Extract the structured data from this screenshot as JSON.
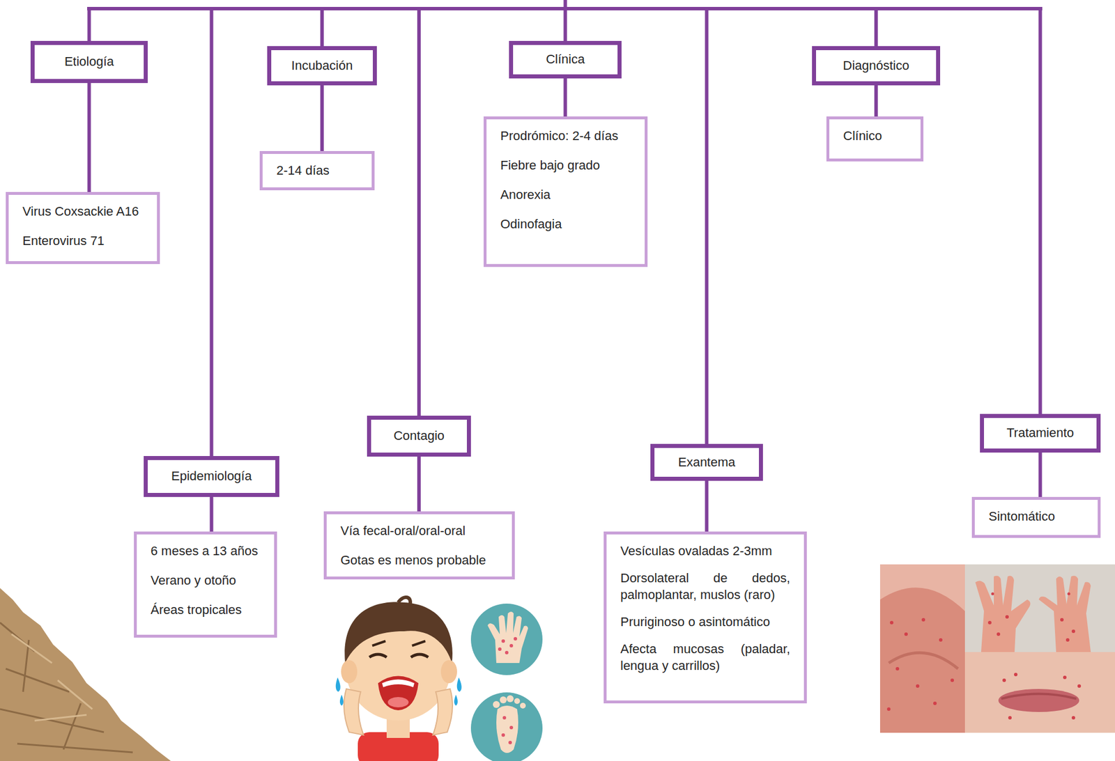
{
  "diagram": {
    "nodes": [
      {
        "text": [
          "Etiología"
        ]
      },
      {
        "text": [
          "Virus Coxsackie A16",
          "Enterovirus 71"
        ]
      },
      {
        "text": [
          "Epidemiología"
        ]
      },
      {
        "text": [
          "6 meses a 13 años",
          "Verano y otoño",
          "Áreas tropicales"
        ]
      },
      {
        "text": [
          "Incubación"
        ]
      },
      {
        "text": [
          "2-14 días"
        ]
      },
      {
        "text": [
          "Contagio"
        ]
      },
      {
        "text": [
          "Vía fecal-oral/oral-oral",
          "Gotas es menos probable"
        ]
      },
      {
        "text": [
          "Clínica"
        ]
      },
      {
        "text": [
          "Prodrómico: 2-4 días",
          "Fiebre bajo grado",
          "Anorexia",
          "Odinofagia"
        ]
      },
      {
        "text": [
          "Exantema"
        ]
      },
      {
        "text": [
          "Vesículas ovaladas 2-3mm",
          "Dorsolateral de dedos, palmoplantar, muslos (raro)",
          "Pruriginoso o asintomático",
          "Afecta mucosas (paladar, lengua y carrillos)"
        ]
      },
      {
        "text": [
          "Diagnóstico"
        ]
      },
      {
        "text": [
          "Clínico"
        ]
      },
      {
        "text": [
          "Tratamiento"
        ]
      },
      {
        "text": [
          "Sintomático"
        ]
      }
    ],
    "edges": [
      {
        "from": 0,
        "to": 1,
        "arrow": "none"
      },
      {
        "from": 2,
        "to": 3,
        "arrow": "none"
      },
      {
        "from": 4,
        "to": 5,
        "arrow": "none"
      },
      {
        "from": 6,
        "to": 7,
        "arrow": "none"
      },
      {
        "from": 8,
        "to": 9,
        "arrow": "none"
      },
      {
        "from": 10,
        "to": 11,
        "arrow": "none"
      },
      {
        "from": 12,
        "to": 13,
        "arrow": "none"
      },
      {
        "from": 14,
        "to": 15,
        "arrow": "none"
      }
    ]
  }
}
